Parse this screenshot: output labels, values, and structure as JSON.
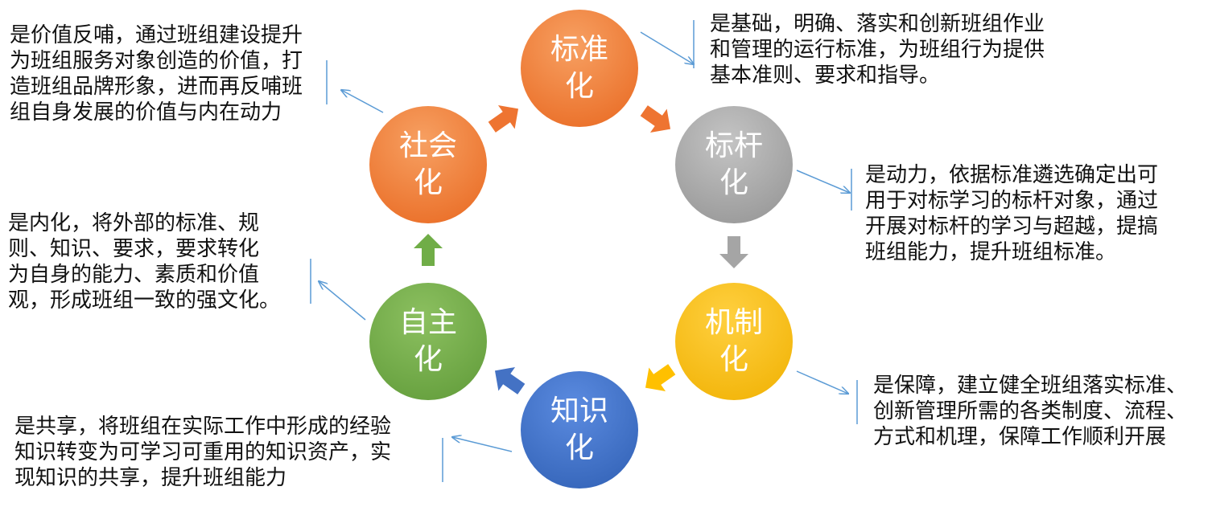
{
  "nodes": [
    {
      "lines": [
        "标准",
        "化"
      ],
      "color": "#ee7431"
    },
    {
      "lines": [
        "标杆",
        "化"
      ],
      "color": "#a5a5a5"
    },
    {
      "lines": [
        "机制",
        "化"
      ],
      "color": "#ffc000"
    },
    {
      "lines": [
        "知识",
        "化"
      ],
      "color": "#4472c4"
    },
    {
      "lines": [
        "自主",
        "化"
      ],
      "color": "#70ad47"
    },
    {
      "lines": [
        "社会",
        "化"
      ],
      "color": "#ee7431"
    }
  ],
  "descriptions": [
    {
      "lines": [
        "是基础，明确、落实和创新班组作业",
        "和管理的运行标准，为班组行为提供",
        "基本准则、要求和指导。"
      ]
    },
    {
      "lines": [
        "是动力，依据标准遴选确定出可",
        "用于对标学习的标杆对象，通过",
        "开展对标杆的学习与超越，提搞",
        "班组能力，提升班组标准。"
      ]
    },
    {
      "lines": [
        "是保障，建立健全班组落实标准、",
        "创新管理所需的各类制度、流程、",
        "方式和机理，保障工作顺利开展"
      ]
    },
    {
      "lines": [
        "是共享，将班组在实际工作中形成的经验",
        "知识转变为可学习可重用的知识资产，实",
        "现知识的共享，提升班组能力"
      ]
    },
    {
      "lines": [
        "是内化，将外部的标准、规",
        "则、知识、要求，要求转化",
        "为自身的能力、素质和价值",
        "观，形成班组一致的强文化。"
      ]
    },
    {
      "lines": [
        "是价值反哺，通过班组建设提升",
        "为班组服务对象创造的价值，打",
        "造班组品牌形象，进而再反哺班",
        "组自身发展的价值与内在动力"
      ]
    }
  ],
  "colors": {
    "connector": "#5b9bd5"
  }
}
